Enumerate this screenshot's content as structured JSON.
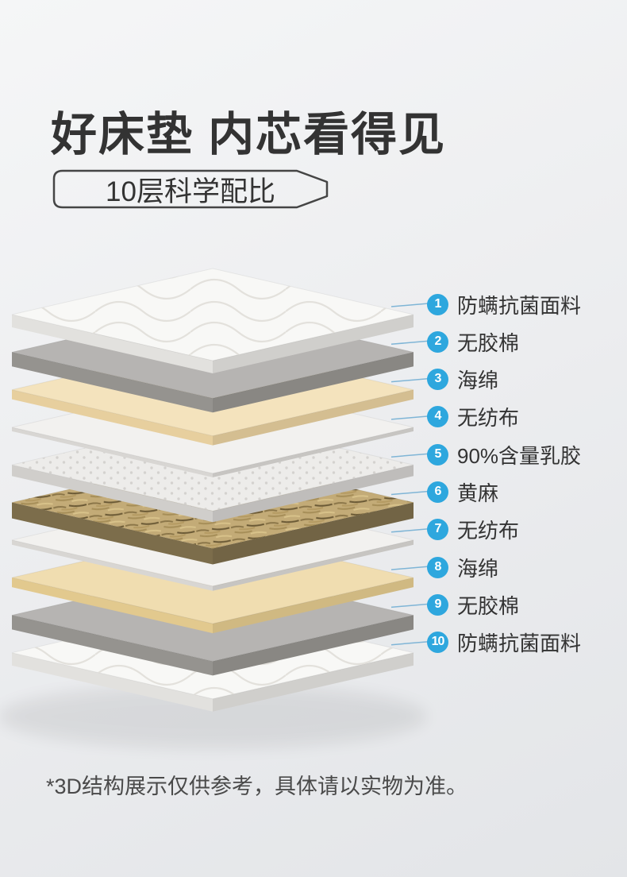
{
  "page": {
    "title": "好床垫 内芯看得见",
    "subtitle": "10层科学配比",
    "footnote": "*3D结构展示仅供参考，具体请以实物为准。"
  },
  "colors": {
    "accent_blue": "#2ea7de",
    "leader_line": "#7fb5d6",
    "title_text": "#333333",
    "background_top": "#f5f6f7",
    "background_bottom": "#e3e5e8"
  },
  "layers": [
    {
      "num": "1",
      "label": "防螨抗菌面料",
      "material": "quilted-fabric",
      "top": "#f8f8f6",
      "side": "#e2e1de"
    },
    {
      "num": "2",
      "label": "无胶棉",
      "material": "glue-free-cotton",
      "top": "#b6b4b2",
      "side": "#95938f"
    },
    {
      "num": "3",
      "label": "海绵",
      "material": "sponge",
      "top": "#f4e3bd",
      "side": "#e7cf9e"
    },
    {
      "num": "4",
      "label": "无纺布",
      "material": "non-woven-fabric",
      "top": "#f2f1ef",
      "side": "#d8d6d3"
    },
    {
      "num": "5",
      "label": "90%含量乳胶",
      "material": "latex",
      "top": "#edecea",
      "side": "#d0cecb"
    },
    {
      "num": "6",
      "label": "黄麻",
      "material": "jute",
      "top": "#c3ab77",
      "side": "#7c6d4b"
    },
    {
      "num": "7",
      "label": "无纺布",
      "material": "non-woven-fabric",
      "top": "#f2f1ef",
      "side": "#d8d6d3"
    },
    {
      "num": "8",
      "label": "海绵",
      "material": "sponge",
      "top": "#f0ddb0",
      "side": "#e2c98e"
    },
    {
      "num": "9",
      "label": "无胶棉",
      "material": "glue-free-cotton",
      "top": "#b6b4b2",
      "side": "#95938f"
    },
    {
      "num": "10",
      "label": "防螨抗菌面料",
      "material": "quilted-fabric",
      "top": "#f8f8f6",
      "side": "#e2e1de"
    }
  ]
}
